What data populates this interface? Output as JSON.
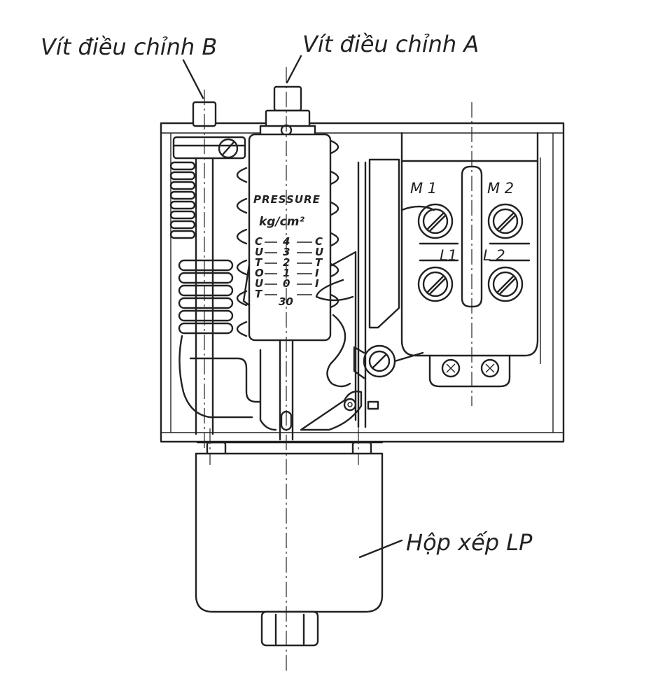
{
  "labels": {
    "screw_b": "Vít điều chỉnh B",
    "screw_a": "Vít điều chỉnh A",
    "bellows": "Hộp xếp LP"
  },
  "dial": {
    "title": "PRESSURE",
    "unit": "kg/cm²",
    "side_left": [
      "C",
      "U",
      "T",
      "O",
      "U",
      "T"
    ],
    "side_right": [
      "C",
      "U",
      "T",
      "I",
      "I",
      ""
    ],
    "values": [
      "4",
      "3",
      "2",
      "1",
      "0",
      "30"
    ]
  },
  "terminals": {
    "m1": "M 1",
    "m2": "M 2",
    "l1": "L1",
    "l2": "L 2"
  }
}
